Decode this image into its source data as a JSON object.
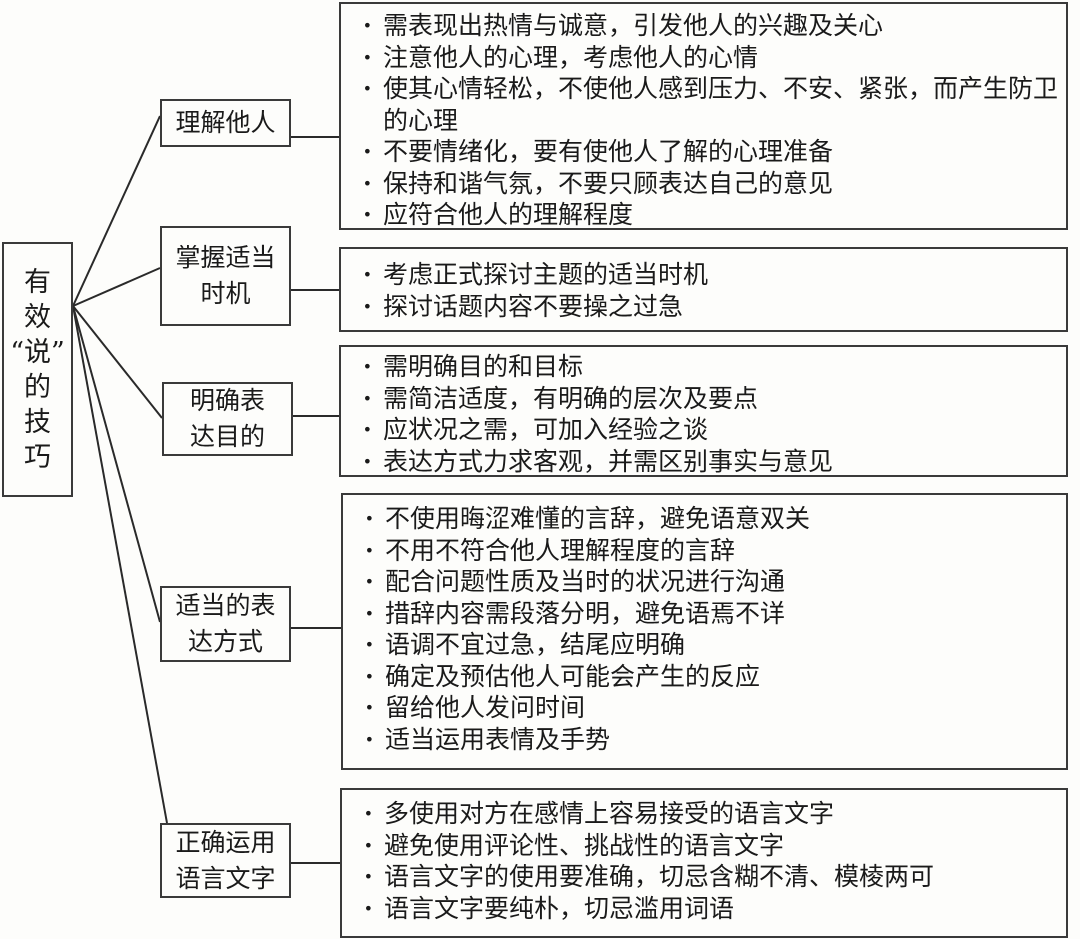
{
  "root": {
    "label_chars": [
      "有",
      "效",
      "“说”",
      "的",
      "技",
      "巧"
    ],
    "label": "有效“说”的技巧"
  },
  "categories": [
    {
      "label": "理解他人",
      "items": [
        "需表现出热情与诚意，引发他人的兴趣及关心",
        "注意他人的心理，考虑他人的心情",
        "使其心情轻松，不使他人感到压力、不安、紧张，而产生防卫的心理",
        "不要情绪化，要有使他人了解的心理准备",
        "保持和谐气氛，不要只顾表达自己的意见",
        "应符合他人的理解程度"
      ]
    },
    {
      "label": "掌握适当时机",
      "items": [
        "考虑正式探讨主题的适当时机",
        "探讨话题内容不要操之过急"
      ]
    },
    {
      "label": "明确表达目的",
      "items": [
        "需明确目的和目标",
        "需简洁适度，有明确的层次及要点",
        "应状况之需，可加入经验之谈",
        "表达方式力求客观，并需区别事实与意见"
      ]
    },
    {
      "label": "适当的表达方式",
      "items": [
        "不使用晦涩难懂的言辞，避免语意双关",
        "不用不符合他人理解程度的言辞",
        "配合问题性质及当时的状况进行沟通",
        "措辞内容需段落分明，避免语焉不详",
        "语调不宜过急，结尾应明确",
        "确定及预估他人可能会产生的反应",
        "留给他人发问时间",
        "适当运用表情及手势"
      ]
    },
    {
      "label": "正确运用语言文字",
      "items": [
        "多使用对方在感情上容易接受的语言文字",
        "避免使用评论性、挑战性的语言文字",
        "语言文字的使用要准确，切忌含糊不清、模棱两可",
        "语言文字要纯朴，切忌滥用词语"
      ]
    }
  ],
  "colors": {
    "line": "#2a2a2a",
    "background": "#fdfdfb",
    "text": "#1a1a1a"
  }
}
